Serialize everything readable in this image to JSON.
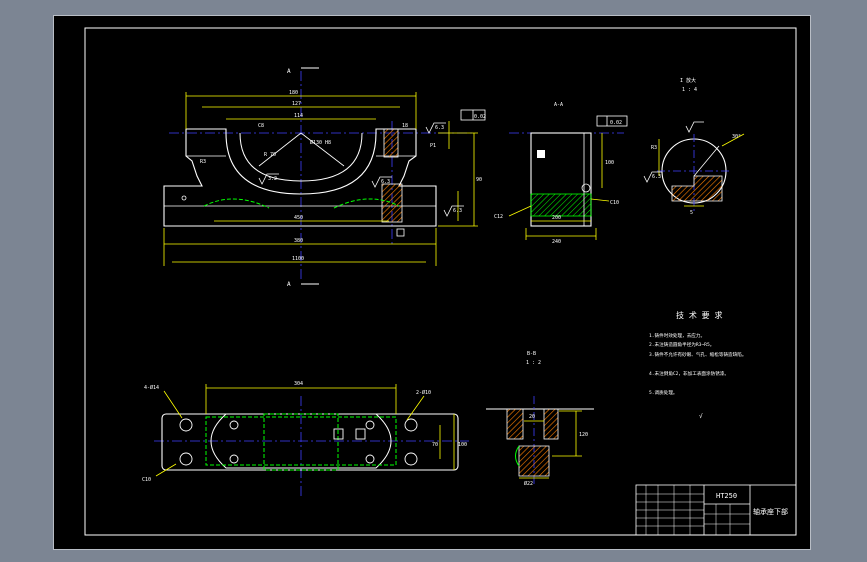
{
  "colors": {
    "window_bg": "#7c8593",
    "paper": "#000000",
    "outline": "#ffffff",
    "dimension": "#ffff00",
    "hidden": "#00ff00",
    "centerline": "#3f3fff",
    "section_hatch": "#ff7f00"
  },
  "front_view": {
    "section_mark_top": "A",
    "section_mark_bottom": "A",
    "dim_overall_top": "180",
    "dim_inner_top": "127",
    "dim_bore_span": "114",
    "dim_chamfer": "C8",
    "dim_small_radius": "R3",
    "dim_radius": "R 70",
    "dim_phi": "Ø130 H8",
    "dim_depth": "18",
    "dim_height": "90",
    "dim_mid": "450",
    "dim_span_lower": "380",
    "dim_overall_bottom": "1100",
    "dim_right_step": "P1",
    "roughness_1": "6.3",
    "roughness_2": "6.3",
    "roughness_3": "6.3",
    "roughness_bore": "3.2",
    "tolerance": "0.02"
  },
  "side_view": {
    "arrow_label": "A-A",
    "tolerance": "0.02",
    "dim_width": "200",
    "dim_base": "240",
    "dim_chamfer": "C12",
    "dim_right": "C10",
    "dim_height": "100"
  },
  "detail_i": {
    "title": "I 放大",
    "scale": "1 : 4",
    "dim_angle": "30°",
    "dim_bottom": "5",
    "roughness": "6.3",
    "dim_left": "R3"
  },
  "tech_requirements": {
    "title": "技 术 要 求",
    "items": [
      "1.铸件时效处理，去应力。",
      "2.未注铸造圆角半径为R3~R5。",
      "3.铸件不允许有砂眼、气孔、缩松等铸造缺陷。",
      "4.未注倒角C2，非加工表面涂防锈漆。",
      "5.调质处理。"
    ],
    "roughness_note": "√"
  },
  "top_view": {
    "dim_length": "304",
    "hole_left": "4-Ø14",
    "hole_right": "2-Ø10",
    "dim_left": "C10",
    "dim_height_a": "70",
    "dim_height_b": "100"
  },
  "detail_b": {
    "title": "B-B",
    "scale": "1 : 2",
    "dim_h": "20",
    "dim_v": "120",
    "dim_bottom": "Ø22"
  },
  "title_block": {
    "material": "HT250",
    "part_name": "轴承座下部"
  }
}
